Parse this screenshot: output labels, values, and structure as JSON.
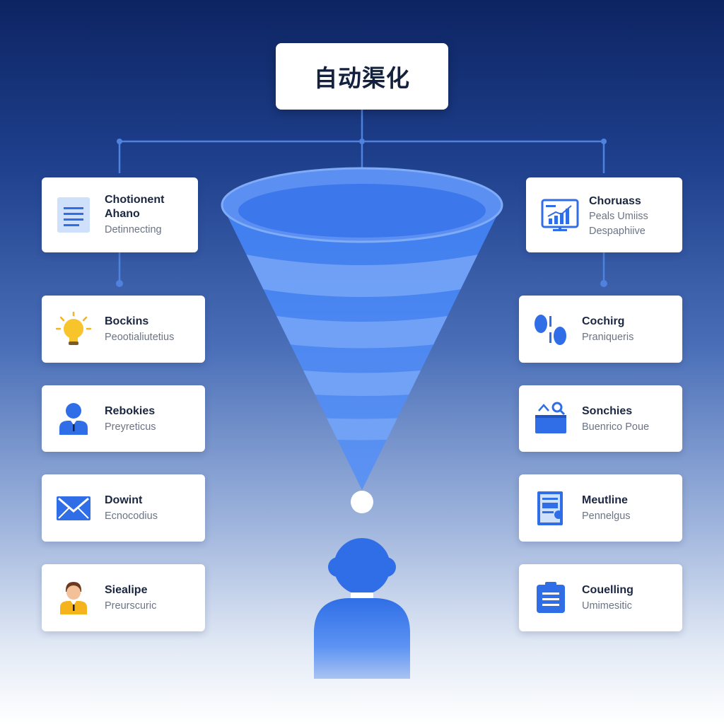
{
  "title": "自动渠化",
  "left_cards": [
    {
      "label_lines": [
        "Chotionent",
        "Ahano"
      ],
      "sub_lines": [
        "Detinnecting"
      ],
      "icon": "document-icon"
    },
    {
      "label_lines": [
        "Bockins"
      ],
      "sub_lines": [
        "Peootialiutetius"
      ],
      "icon": "lightbulb-icon"
    },
    {
      "label_lines": [
        "Rebokies"
      ],
      "sub_lines": [
        "Preyreticus"
      ],
      "icon": "businessman-icon"
    },
    {
      "label_lines": [
        "Dowint"
      ],
      "sub_lines": [
        "Ecnocodius"
      ],
      "icon": "envelope-icon"
    },
    {
      "label_lines": [
        "Siealipe"
      ],
      "sub_lines": [
        "Preurscuric"
      ],
      "icon": "person-icon"
    }
  ],
  "right_cards": [
    {
      "label_lines": [
        "Choruass"
      ],
      "sub_lines": [
        "Peals Umiiss",
        "Despaphiive"
      ],
      "icon": "chart-monitor-icon"
    },
    {
      "label_lines": [
        "Cochirg"
      ],
      "sub_lines": [
        "Praniqueris"
      ],
      "icon": "toggle-icon"
    },
    {
      "label_lines": [
        "Sonchies"
      ],
      "sub_lines": [
        "Buenrico Poue"
      ],
      "icon": "basket-icon"
    },
    {
      "label_lines": [
        "Meutline"
      ],
      "sub_lines": [
        "Pennelgus"
      ],
      "icon": "report-icon"
    },
    {
      "label_lines": [
        "Couelling"
      ],
      "sub_lines": [
        "Umimesitic"
      ],
      "icon": "clipboard-icon"
    }
  ],
  "colors": {
    "accent": "#2f6ee6",
    "funnel_light": "#6a9cf5",
    "funnel_dark": "#3a76ec",
    "connector": "#4a7fe0",
    "title_text": "#14213d"
  }
}
